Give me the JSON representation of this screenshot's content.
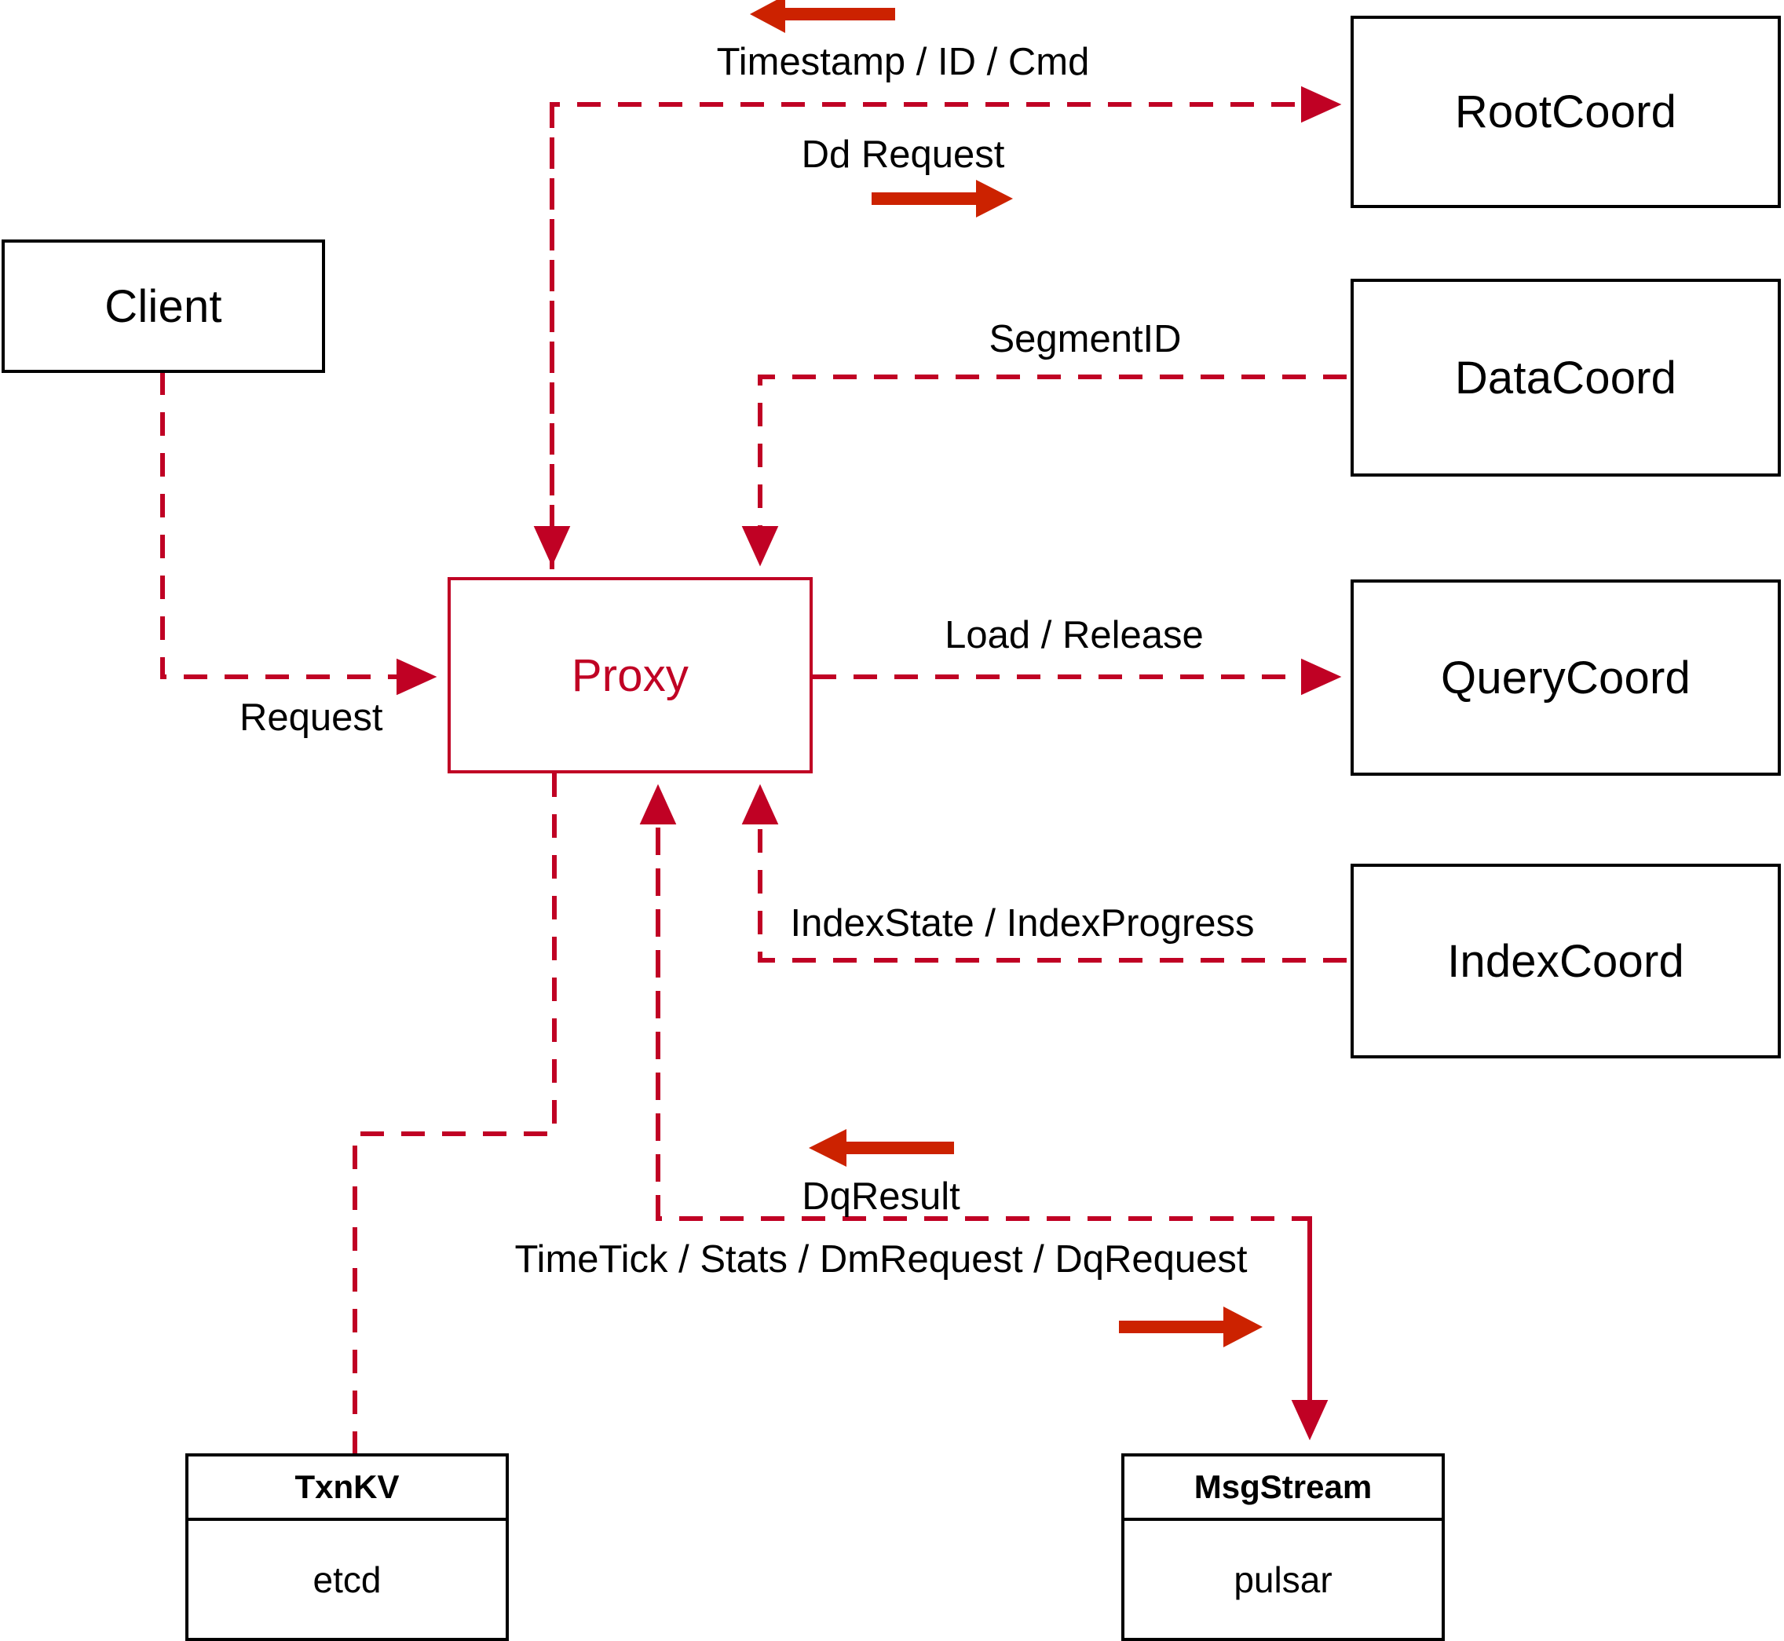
{
  "diagram": {
    "title": "Milvus Proxy interaction diagram",
    "accent_color": "#c00124",
    "arrow_color": "#cc2200",
    "node_color": "#000000"
  },
  "nodes": {
    "client": {
      "label": "Client"
    },
    "proxy": {
      "label": "Proxy"
    },
    "root_coord": {
      "label": "RootCoord"
    },
    "data_coord": {
      "label": "DataCoord"
    },
    "query_coord": {
      "label": "QueryCoord"
    },
    "index_coord": {
      "label": "IndexCoord"
    },
    "txn_kv": {
      "title": "TxnKV",
      "impl": "etcd"
    },
    "msg_stream": {
      "title": "MsgStream",
      "impl": "pulsar"
    }
  },
  "edges": {
    "timestamp_id_cmd": {
      "label": "Timestamp / ID / Cmd",
      "direction": "left"
    },
    "dd_request": {
      "label": "Dd Request",
      "direction": "right"
    },
    "segment_id": {
      "label": "SegmentID",
      "direction": "left"
    },
    "request": {
      "label": "Request",
      "direction": "right"
    },
    "load_release": {
      "label": "Load / Release",
      "direction": "right"
    },
    "index_state_progress": {
      "label": "IndexState / IndexProgress",
      "direction": "left"
    },
    "dq_result": {
      "label": "DqResult",
      "direction": "left"
    },
    "timetick_stats_dm_dq": {
      "label": "TimeTick / Stats / DmRequest / DqRequest",
      "direction": "right"
    }
  }
}
